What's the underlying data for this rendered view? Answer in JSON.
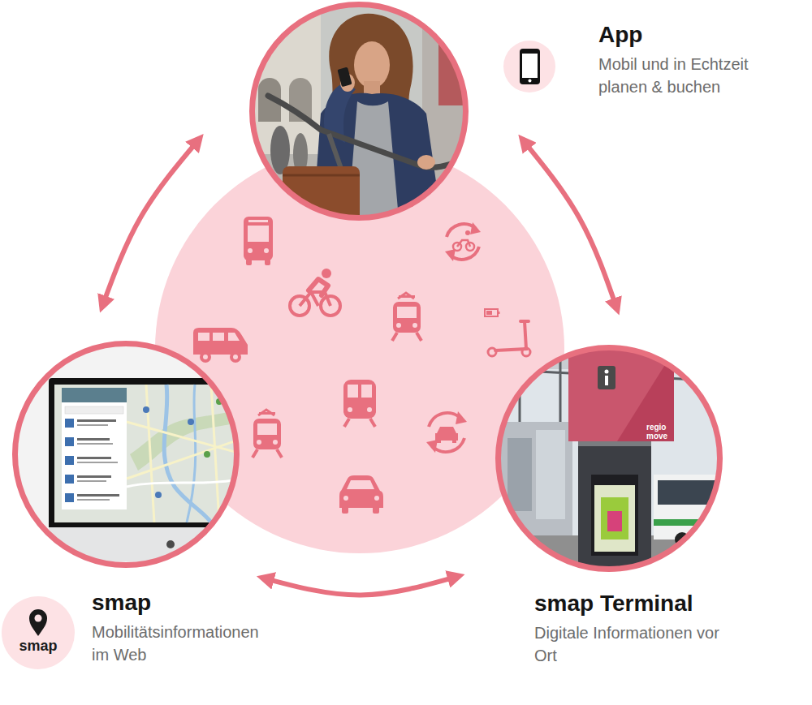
{
  "diagram": {
    "nodes": [
      {
        "text": [
          "App",
          "Mobil und in Echtzeit planen & buchen"
        ]
      },
      {
        "text": [
          "smap",
          "Mobilitätsinformationen im Web"
        ]
      },
      {
        "text": [
          "smap Terminal",
          "Digitale Informationen vor Ort"
        ]
      },
      {
        "text": [
          "smap"
        ]
      }
    ],
    "edges": [
      {
        "from": 0,
        "to": 1,
        "arrow": "both"
      },
      {
        "from": 0,
        "to": 2,
        "arrow": "both"
      },
      {
        "from": 1,
        "to": 2,
        "arrow": "both"
      }
    ],
    "labels": [
      "regio move"
    ]
  }
}
